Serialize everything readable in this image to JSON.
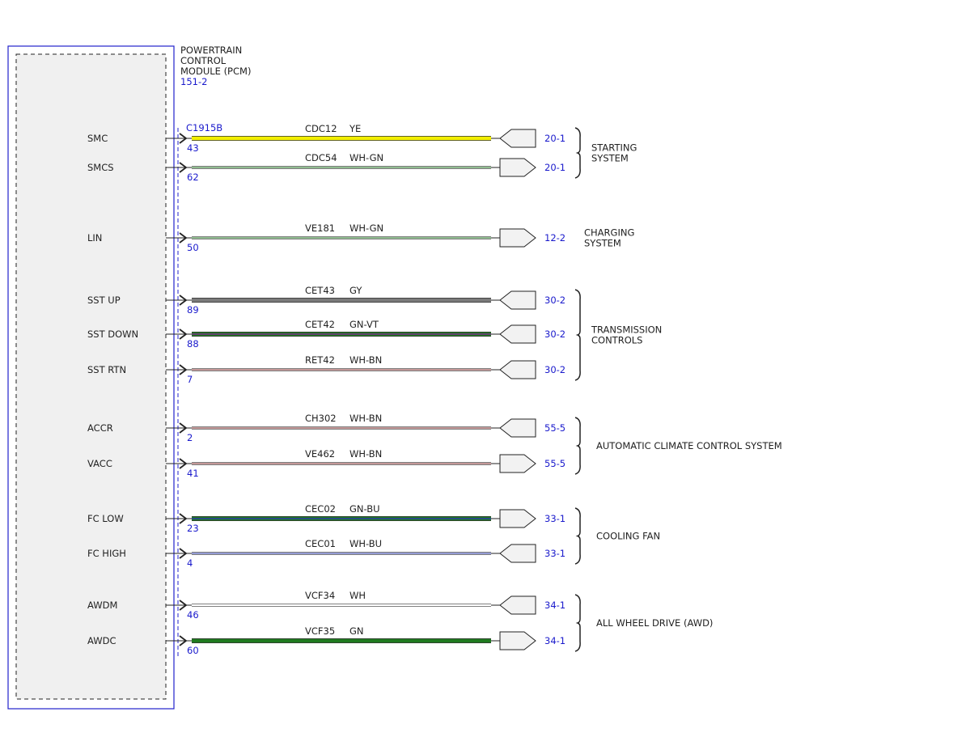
{
  "module": {
    "name_lines": [
      "POWERTRAIN",
      "CONTROL",
      "MODULE (PCM)"
    ],
    "ref": "151-2",
    "connector": "C1915B"
  },
  "colors": {
    "module_border": "#2222cc",
    "module_fill": "#f0f0f0",
    "pin_text": "#1a1acc",
    "YE": "#f2ee00",
    "GY": "#7a7a7a",
    "GN": "#1f7a1f",
    "BU": "#2a3aa8",
    "BN": "#8a3030",
    "VT": "#7a2a8a",
    "WH": "#ffffff"
  },
  "wires": [
    {
      "signal": "SMC",
      "pin": "43",
      "circuit": "CDC12",
      "color_code": "YE",
      "ref": "20-1",
      "terminal": "left"
    },
    {
      "signal": "SMCS",
      "pin": "62",
      "circuit": "CDC54",
      "color_code": "WH-GN",
      "ref": "20-1",
      "terminal": "right"
    },
    {
      "signal": "LIN",
      "pin": "50",
      "circuit": "VE181",
      "color_code": "WH-GN",
      "ref": "12-2",
      "terminal": "right"
    },
    {
      "signal": "SST UP",
      "pin": "89",
      "circuit": "CET43",
      "color_code": "GY",
      "ref": "30-2",
      "terminal": "left"
    },
    {
      "signal": "SST DOWN",
      "pin": "88",
      "circuit": "CET42",
      "color_code": "GN-VT",
      "ref": "30-2",
      "terminal": "left"
    },
    {
      "signal": "SST RTN",
      "pin": "7",
      "circuit": "RET42",
      "color_code": "WH-BN",
      "ref": "30-2",
      "terminal": "left"
    },
    {
      "signal": "ACCR",
      "pin": "2",
      "circuit": "CH302",
      "color_code": "WH-BN",
      "ref": "55-5",
      "terminal": "left"
    },
    {
      "signal": "VACC",
      "pin": "41",
      "circuit": "VE462",
      "color_code": "WH-BN",
      "ref": "55-5",
      "terminal": "right"
    },
    {
      "signal": "FC LOW",
      "pin": "23",
      "circuit": "CEC02",
      "color_code": "GN-BU",
      "ref": "33-1",
      "terminal": "right"
    },
    {
      "signal": "FC HIGH",
      "pin": "4",
      "circuit": "CEC01",
      "color_code": "WH-BU",
      "ref": "33-1",
      "terminal": "left"
    },
    {
      "signal": "AWDM",
      "pin": "46",
      "circuit": "VCF34",
      "color_code": "WH",
      "ref": "34-1",
      "terminal": "left"
    },
    {
      "signal": "AWDC",
      "pin": "60",
      "circuit": "VCF35",
      "color_code": "GN",
      "ref": "34-1",
      "terminal": "right"
    }
  ],
  "groups": [
    {
      "lines": [
        "STARTING",
        "SYSTEM"
      ],
      "wires": [
        0,
        1
      ],
      "bracket": true
    },
    {
      "lines": [
        "CHARGING",
        "SYSTEM"
      ],
      "wires": [
        2
      ],
      "bracket": false
    },
    {
      "lines": [
        "TRANSMISSION",
        "CONTROLS"
      ],
      "wires": [
        3,
        4,
        5
      ],
      "bracket": true
    },
    {
      "lines": [
        "AUTOMATIC CLIMATE CONTROL SYSTEM"
      ],
      "wires": [
        6,
        7
      ],
      "bracket": true
    },
    {
      "lines": [
        "COOLING FAN"
      ],
      "wires": [
        8,
        9
      ],
      "bracket": true
    },
    {
      "lines": [
        "ALL WHEEL DRIVE (AWD)"
      ],
      "wires": [
        10,
        11
      ],
      "bracket": true
    }
  ]
}
